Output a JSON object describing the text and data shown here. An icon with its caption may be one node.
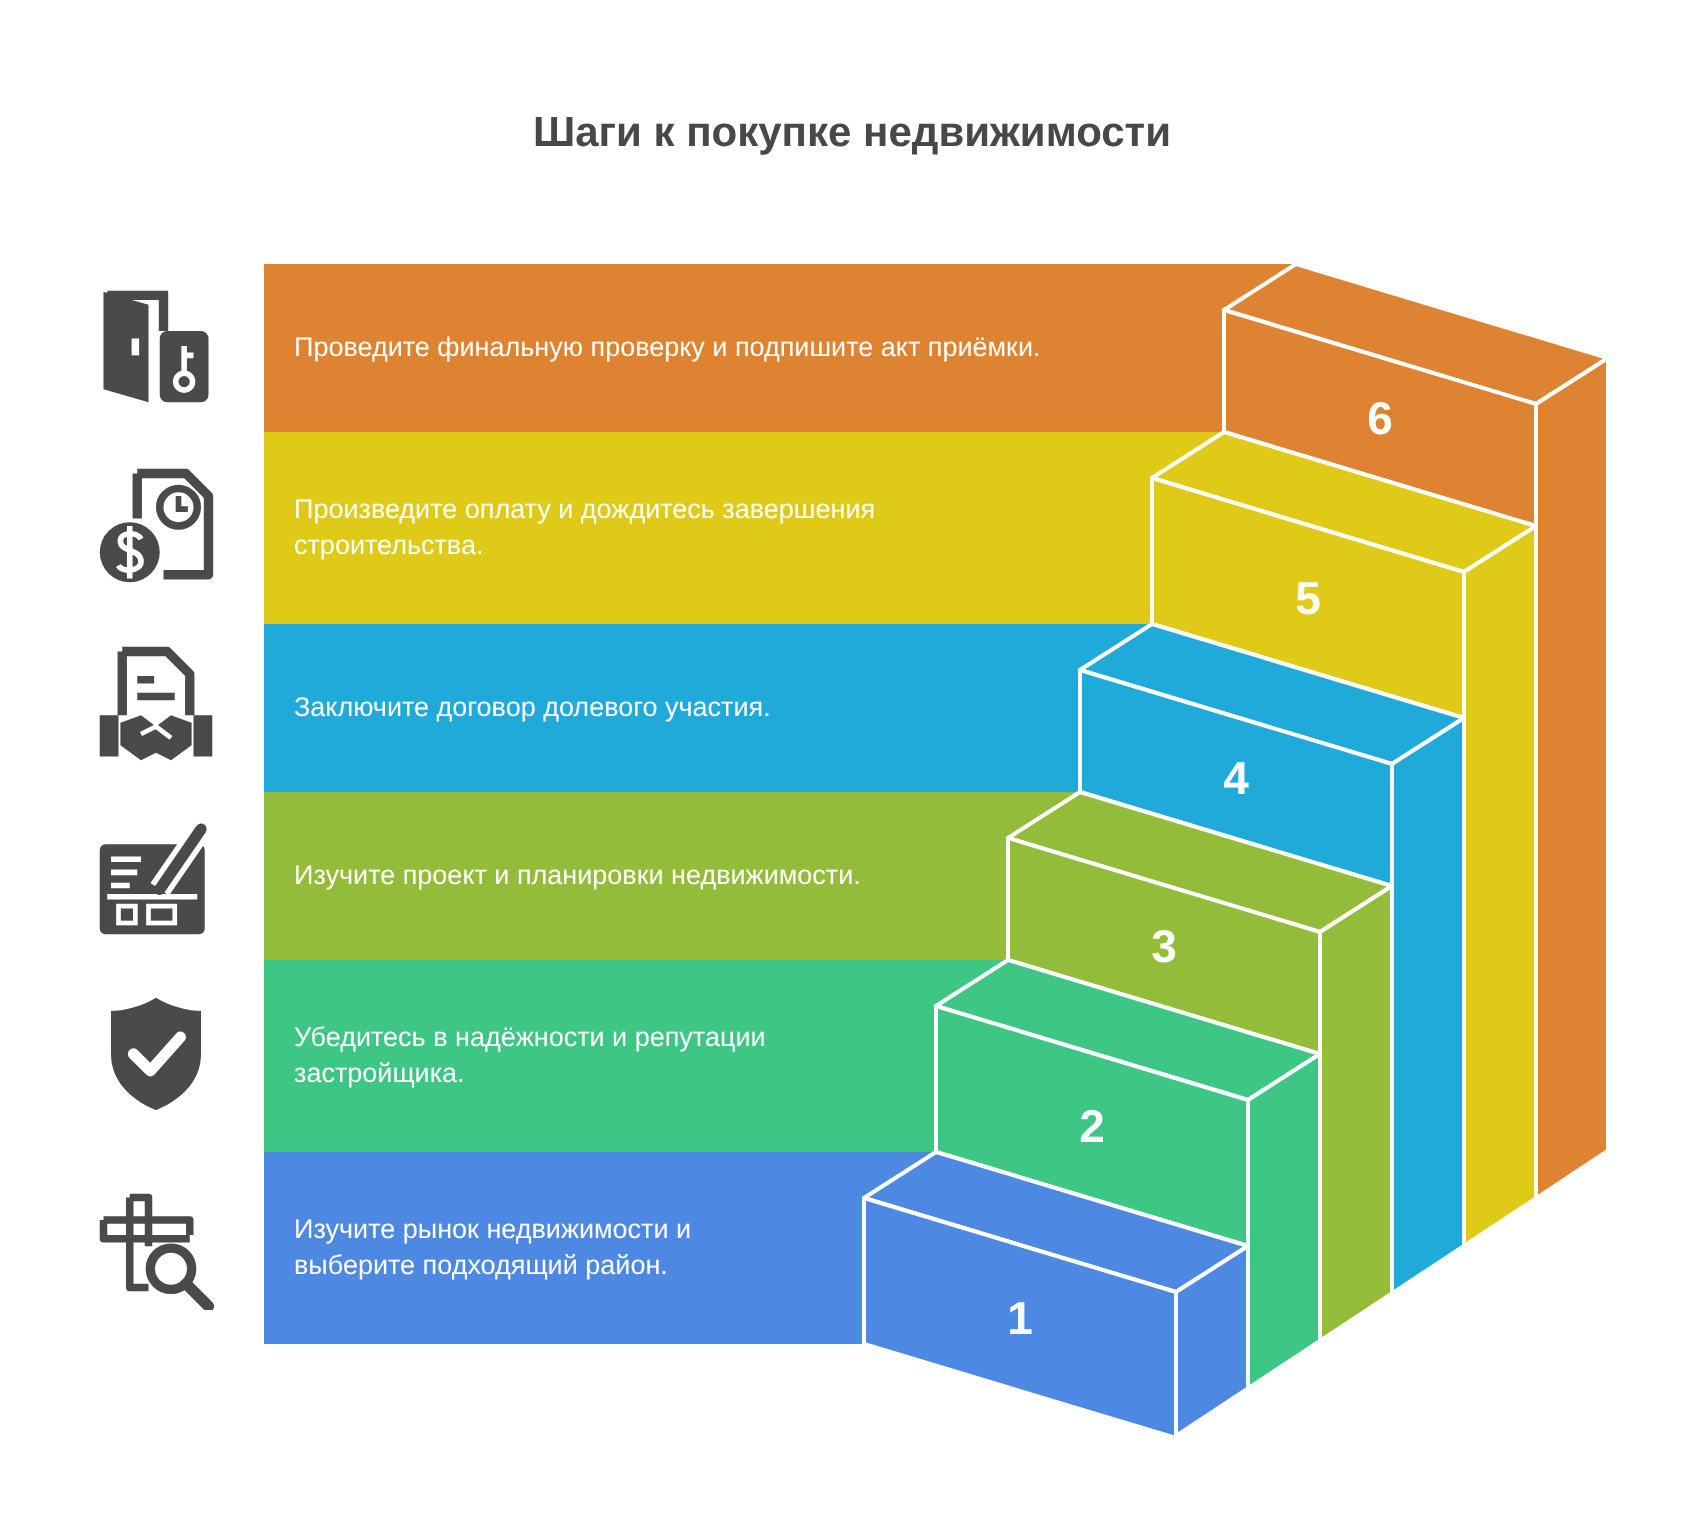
{
  "diagram": {
    "title": "Шаги к покупке недвижимости",
    "nodes": [
      {
        "text": [
          "Проведите финальную проверку и подпишите акт приёмки."
        ]
      },
      {
        "text": [
          "6"
        ]
      },
      {
        "text": [
          "Произведите оплату и дождитесь завершения строительства."
        ]
      },
      {
        "text": [
          "5"
        ]
      },
      {
        "text": [
          "Заключите договор долевого участия."
        ]
      },
      {
        "text": [
          "4"
        ]
      },
      {
        "text": [
          "Изучите проект и планировки недвижимости."
        ]
      },
      {
        "text": [
          "3"
        ]
      },
      {
        "text": [
          "Убедитесь в надёжности и репутации застройщика."
        ]
      },
      {
        "text": [
          "2"
        ]
      },
      {
        "text": [
          "Изучите рынок недвижимости и выберите подходящий район."
        ]
      },
      {
        "text": [
          "1"
        ]
      }
    ]
  }
}
